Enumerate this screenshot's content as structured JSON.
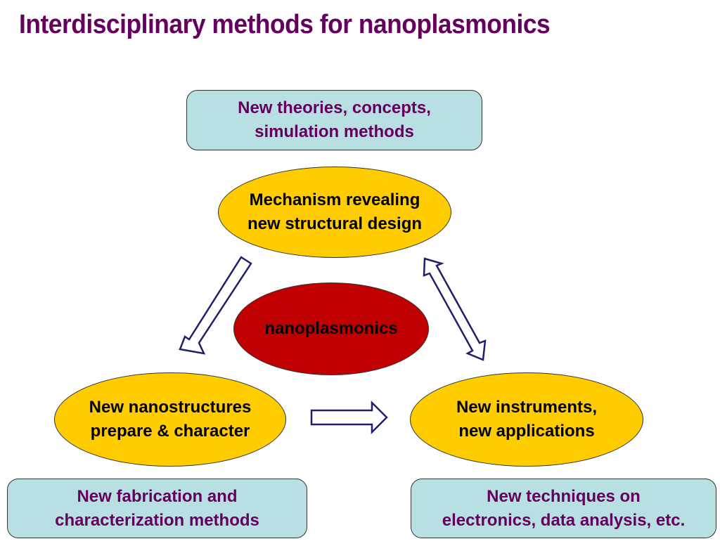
{
  "title": "Interdisciplinary methods for nanoplasmonics",
  "colors": {
    "title": "#66005f",
    "box_fill": "#b8dfe2",
    "ellipse_yellow": "#ffcc00",
    "ellipse_red": "#c00000",
    "arrow_stroke": "#1f1f6e"
  },
  "boxes": {
    "top": {
      "line1": "New theories, concepts,",
      "line2": "simulation methods"
    },
    "bottom_left": {
      "line1": "New fabrication and",
      "line2": "characterization methods"
    },
    "bottom_right": {
      "line1": "New techniques on",
      "line2": "electronics, data analysis, etc."
    }
  },
  "ellipses": {
    "top": {
      "line1": "Mechanism revealing",
      "line2": "new structural design"
    },
    "center": {
      "line1": "nanoplasmonics"
    },
    "left": {
      "line1": "New nanostructures",
      "line2": "prepare & character"
    },
    "right": {
      "line1": "New instruments,",
      "line2": "new applications"
    }
  },
  "arrows": [
    {
      "from": "top",
      "to": "left",
      "type": "single"
    },
    {
      "from": "left",
      "to": "right",
      "type": "single"
    },
    {
      "from": "top",
      "to": "right",
      "type": "double"
    }
  ]
}
